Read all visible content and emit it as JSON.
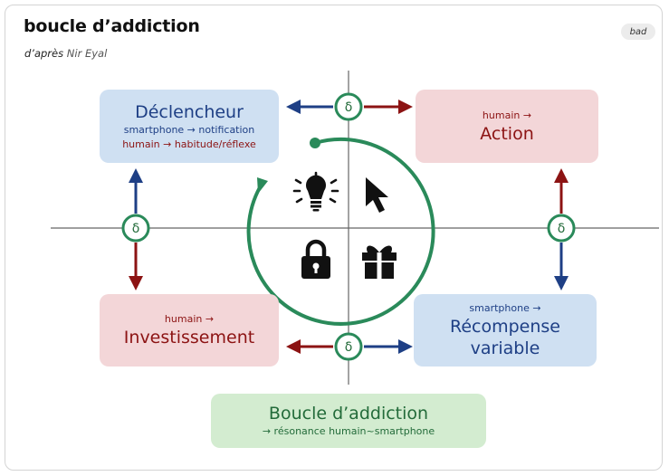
{
  "header": {
    "title": "boucle d’addiction",
    "subtitle_prefix": "d’après",
    "subtitle_author": "Nir Eyal",
    "badge": "bad"
  },
  "boxes": {
    "declencheur": {
      "title": "Déclencheur",
      "line1": "smartphone → notification",
      "line2": "humain → habitude/réflexe"
    },
    "action": {
      "prefix": "humain →",
      "title": "Action"
    },
    "investissement": {
      "prefix": "humain →",
      "title": "Investissement"
    },
    "recompense": {
      "prefix": "smartphone →",
      "title_line1": "Récompense",
      "title_line2": "variable"
    },
    "boucle": {
      "title": "Boucle d’addiction",
      "subtitle": "→ résonance humain~smartphone"
    }
  },
  "delta_symbol": "δ",
  "colors": {
    "blue": "#1e3f85",
    "red": "#8c1313",
    "green": "#2a8a5a",
    "blue_box": "#cfe0f2",
    "pink_box": "#f3d6d8",
    "green_box": "#d3ecd0"
  },
  "icons": {
    "top_left": "lightbulb-icon",
    "top_right": "cursor-icon",
    "bottom_left": "lock-icon",
    "bottom_right": "gift-icon"
  }
}
